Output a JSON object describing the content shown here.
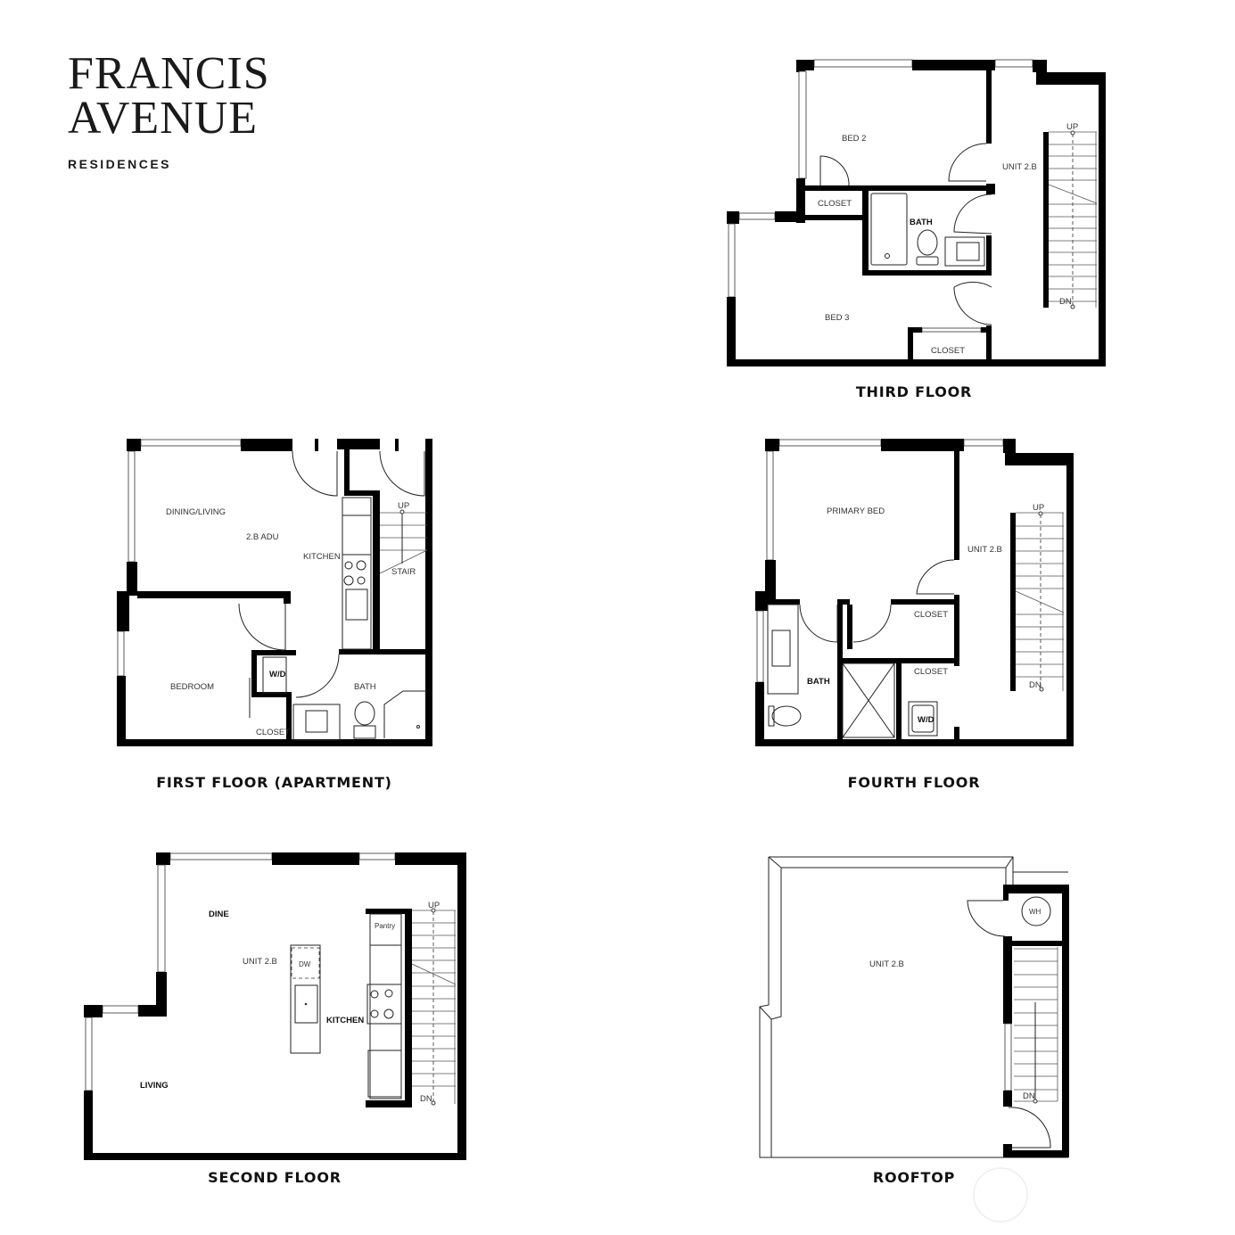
{
  "brand": {
    "line1": "FRANCIS",
    "line2": "AVENUE",
    "subtitle": "RESIDENCES"
  },
  "floors": {
    "third": {
      "caption": "THIRD FLOOR",
      "rooms": {
        "bed2": "BED 2",
        "unit": "UNIT 2.B",
        "closet1": "CLOSET",
        "bath": "BATH",
        "bed3": "BED 3",
        "closet2": "CLOSET",
        "up": "UP",
        "dn": "DN"
      }
    },
    "first": {
      "caption": "FIRST FLOOR (APARTMENT)",
      "rooms": {
        "dining": "DINING/LIVING",
        "unit": "2.B ADU",
        "kitchen": "KITCHEN",
        "stair": "STAIR",
        "up": "UP",
        "bedroom": "BEDROOM",
        "wd": "W/D",
        "bath": "BATH",
        "closet": "CLOSET"
      }
    },
    "fourth": {
      "caption": "FOURTH FLOOR",
      "rooms": {
        "primary": "PRIMARY BED",
        "unit": "UNIT 2.B",
        "closet1": "CLOSET",
        "closet2": "CLOSET",
        "bath": "BATH",
        "wd": "W/D",
        "up": "UP",
        "dn": "DN"
      }
    },
    "second": {
      "caption": "SECOND FLOOR",
      "rooms": {
        "dine": "DINE",
        "unit": "UNIT 2.B",
        "dw": "DW",
        "pantry": "Pantry",
        "kitchen": "KITCHEN",
        "living": "LIVING",
        "up": "UP",
        "dn": "DN"
      }
    },
    "rooftop": {
      "caption": "ROOFTOP",
      "rooms": {
        "unit": "UNIT 2.B",
        "wh": "WH",
        "dn": "DN"
      }
    }
  }
}
